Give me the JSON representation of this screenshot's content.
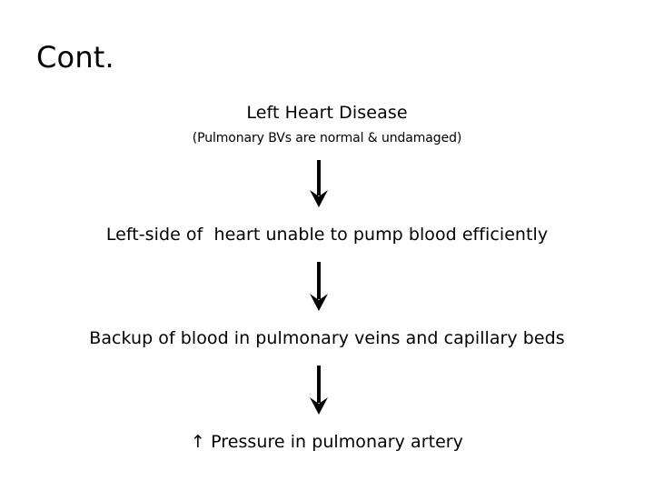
{
  "slide": {
    "title": "Cont.",
    "background_color": "#ffffff",
    "text_color": "#000000"
  },
  "flow": {
    "nodes": [
      {
        "id": "left-heart-disease",
        "heading": "Left Heart Disease",
        "subtitle": "(Pulmonary BVs are normal & undamaged)"
      },
      {
        "id": "pump-failure",
        "text": "Left-side of  heart unable to pump blood efficiently"
      },
      {
        "id": "blood-backup",
        "text": "Backup of blood in pulmonary veins and capillary beds"
      },
      {
        "id": "raised-pressure",
        "text": "↑ Pressure in pulmonary artery"
      }
    ],
    "connectors": [
      {
        "id": "connector-1",
        "direction": "down",
        "style": "solid-arrow"
      },
      {
        "id": "connector-2",
        "direction": "down",
        "style": "solid-arrow"
      },
      {
        "id": "connector-3",
        "direction": "down",
        "style": "solid-arrow"
      }
    ]
  }
}
